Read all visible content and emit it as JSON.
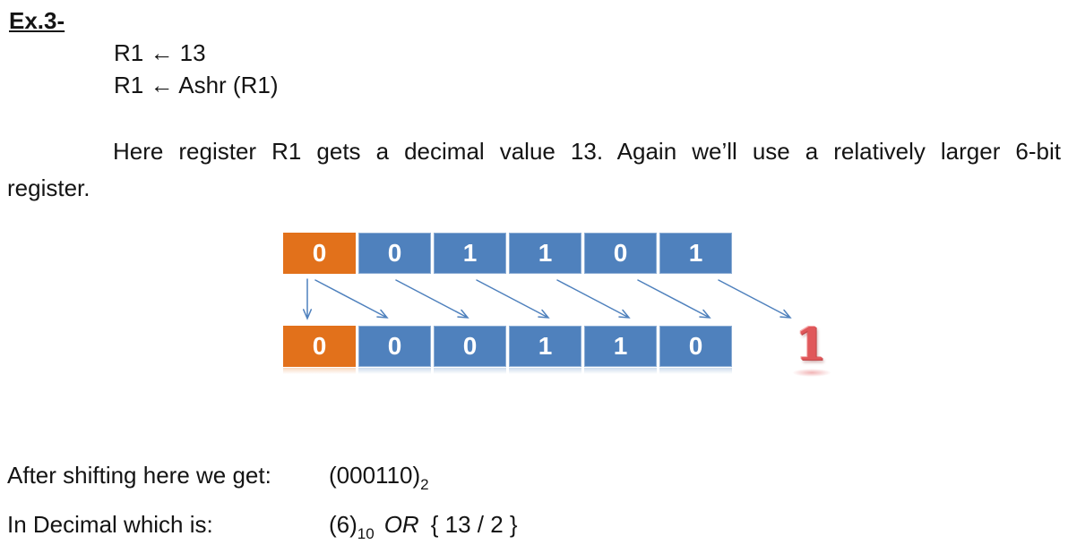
{
  "title": "Ex.3-",
  "code_lines": [
    {
      "text": "R1 ← 13"
    },
    {
      "text": "R1 ← Ashr (R1)"
    }
  ],
  "paragraph": {
    "line1": "Here register R1 gets a decimal value 13. Again we’ll use a relatively larger 6-bit",
    "line2": "register."
  },
  "diagram": {
    "before_bits": [
      "0",
      "0",
      "1",
      "1",
      "0",
      "1"
    ],
    "after_bits": [
      "0",
      "0",
      "0",
      "1",
      "1",
      "0"
    ],
    "shifted_out_bit": "1",
    "sign_cell_color": "#E2711B",
    "bit_cell_color": "#4F81BD",
    "arrow_color": "#4F81BD",
    "shifted_out_color": "#E0575A"
  },
  "results": [
    {
      "label": "After shifting here we get:",
      "value_main": "(000110)",
      "value_sub": "2",
      "value_italic": "",
      "value_rest": ""
    },
    {
      "label": "In Decimal which is:",
      "value_main": "(6)",
      "value_sub": "10",
      "value_italic": "OR",
      "value_rest": "{ 13 / 2 }"
    }
  ]
}
